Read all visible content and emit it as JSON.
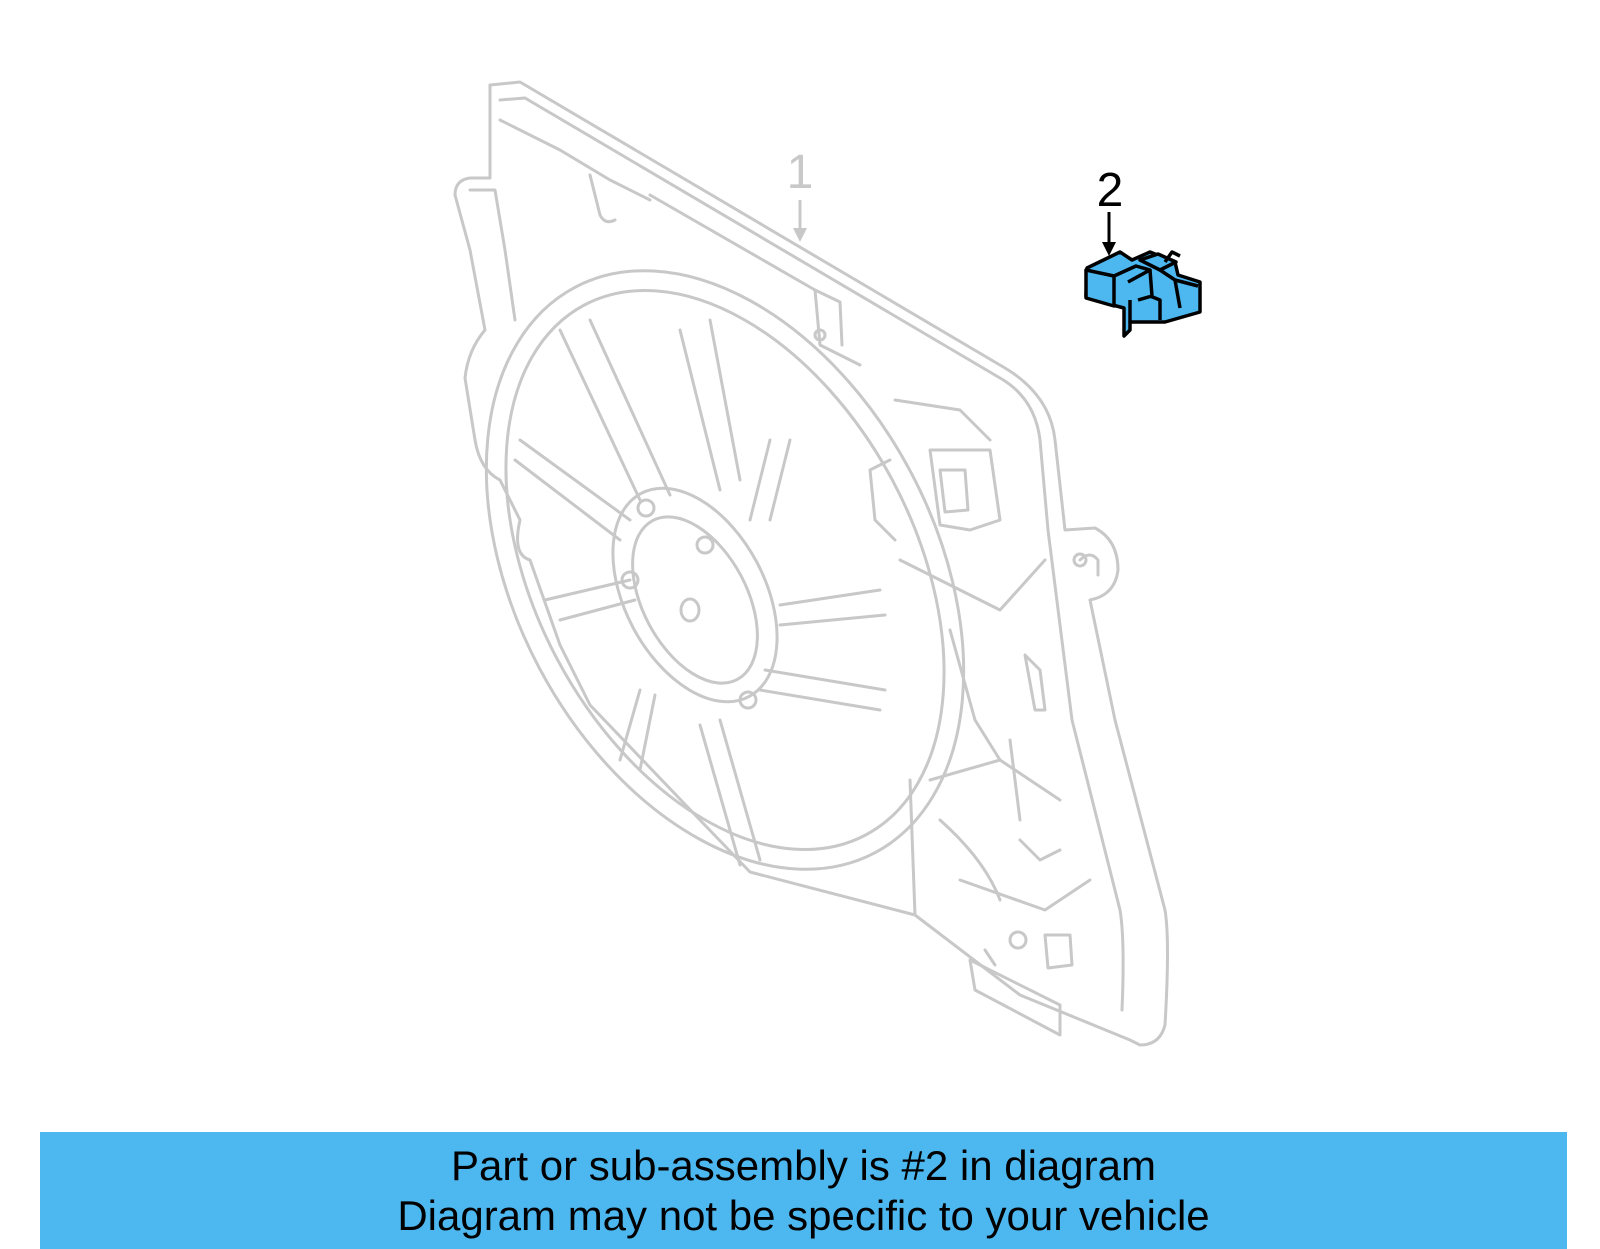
{
  "diagram": {
    "callouts": {
      "part1": "1",
      "part2": "2"
    },
    "colors": {
      "context_outline": "#c8c8c8",
      "highlight_fill": "#4db8f0",
      "highlight_outline": "#000000",
      "banner_bg": "#4db8f0"
    },
    "parts": {
      "part1_icon": "fan-shroud-assembly-icon",
      "part2_icon": "fan-module-connector-icon"
    }
  },
  "banner": {
    "line1": "Part or sub-assembly is #2 in diagram",
    "line2": "Diagram may not be specific to your vehicle"
  }
}
